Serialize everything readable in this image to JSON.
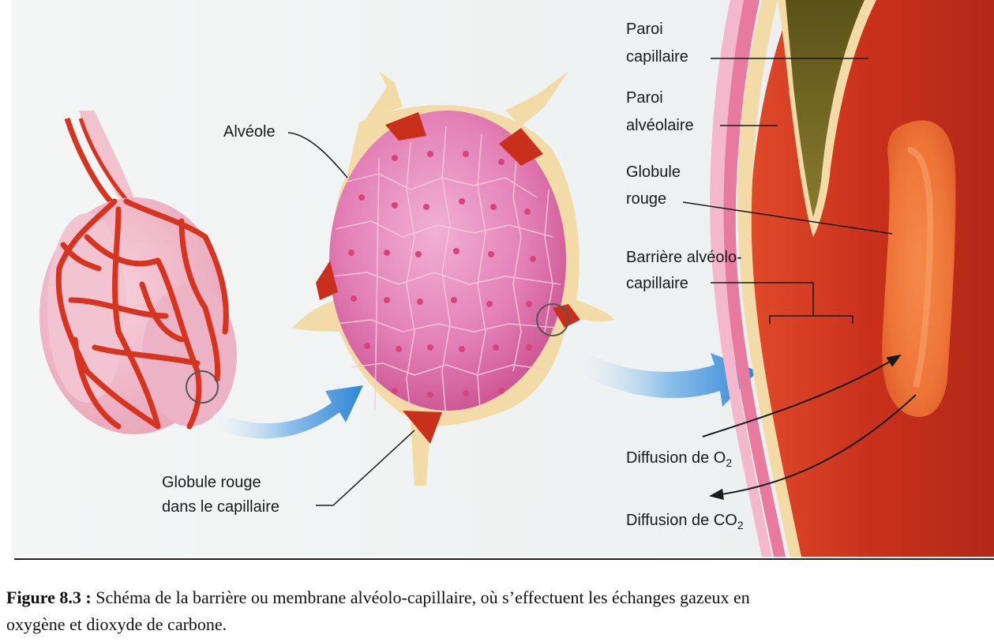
{
  "labels": {
    "paroi_capillaire_1": "Paroi",
    "paroi_capillaire_2": "capillaire",
    "paroi_alveolaire_1": "Paroi",
    "paroi_alveolaire_2": "alvéolaire",
    "globule_rouge_1": "Globule",
    "globule_rouge_2": "rouge",
    "barriere_1": "Barrière alvéolo-",
    "barriere_2": "capillaire",
    "alveole": "Alvéole",
    "globule_capillaire_1": "Globule rouge",
    "globule_capillaire_2": "dans le capillaire",
    "diffusion_o2_text": "Diffusion de O",
    "diffusion_o2_sub": "2",
    "diffusion_co2_text": "Diffusion de CO",
    "diffusion_co2_sub": "2"
  },
  "caption": {
    "figure_label": "Figure 8.3 :",
    "text": " Schéma de la barrière ou membrane alvéolo-capillaire, où s’effectuent les échanges gazeux en",
    "line2": "oxygène et dioxyde de carbone."
  },
  "colors": {
    "capillary_red": "#d7341f",
    "alveole_pink": "#e27fb4",
    "membrane_beige": "#f2dba6",
    "arrow_blue": "#3d8fd6"
  }
}
